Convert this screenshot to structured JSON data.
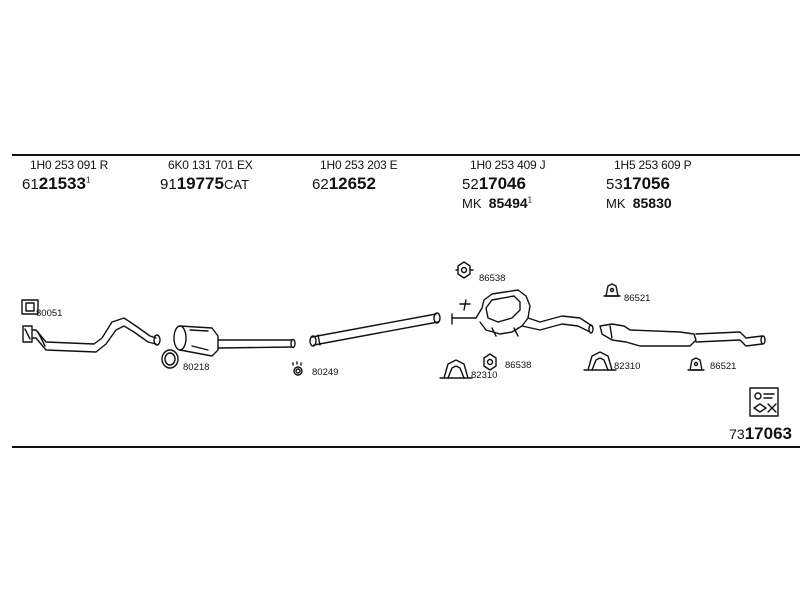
{
  "columns": [
    {
      "oe": "1H0 253 091 R",
      "prefix": "61",
      "number": "21533",
      "sup": "1",
      "suffix": ""
    },
    {
      "oe": "6K0 131 701 EX",
      "prefix": "91",
      "number": "19775",
      "sup": "",
      "suffix": "CAT"
    },
    {
      "oe": "1H0 253 203 E",
      "prefix": "62",
      "number": "12652",
      "sup": "",
      "suffix": ""
    },
    {
      "oe": "1H0 253 409 J",
      "prefix": "52",
      "number": "17046",
      "sup": "",
      "suffix": "",
      "mk_prefix": "MK",
      "mk_number": "85494",
      "mk_sup": "1"
    },
    {
      "oe": "1H5 253 609 P",
      "prefix": "53",
      "number": "17056",
      "sup": "",
      "suffix": "",
      "mk_prefix": "MK",
      "mk_number": "85830",
      "mk_sup": ""
    }
  ],
  "part_labels": {
    "gasket": "80051",
    "ring_cat": "80218",
    "clamp_pipe": "80249",
    "hanger_front": "86538",
    "clamp_center": "82310",
    "hanger_center": "86538",
    "hanger_rear_top": "86521",
    "clamp_rear": "82310",
    "hanger_rear_bottom": "86521"
  },
  "kit": {
    "prefix": "73",
    "number": "17063"
  },
  "icons": [
    "gasket-icon",
    "ring-icon",
    "hanger-icon",
    "clamp-icon",
    "rubber-mount-icon",
    "kit-box-icon"
  ]
}
